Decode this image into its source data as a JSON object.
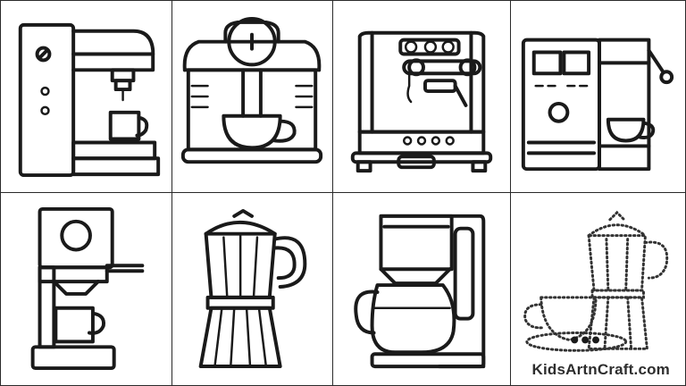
{
  "watermark": "KidsArtnCraft.com",
  "grid": {
    "rows": 2,
    "columns": 4
  },
  "colors": {
    "line": "#1a1a1a",
    "background": "#ffffff",
    "border": "#2a2a2a"
  },
  "cells": [
    {
      "icon": "espresso-machine-drip-icon"
    },
    {
      "icon": "pod-coffee-maker-icon"
    },
    {
      "icon": "professional-espresso-machine-icon"
    },
    {
      "icon": "coffee-vending-machine-icon"
    },
    {
      "icon": "single-serve-espresso-maker-icon"
    },
    {
      "icon": "moka-pot-icon"
    },
    {
      "icon": "drip-coffee-maker-icon"
    },
    {
      "icon": "dotted-moka-pot-and-cup-icon"
    }
  ]
}
